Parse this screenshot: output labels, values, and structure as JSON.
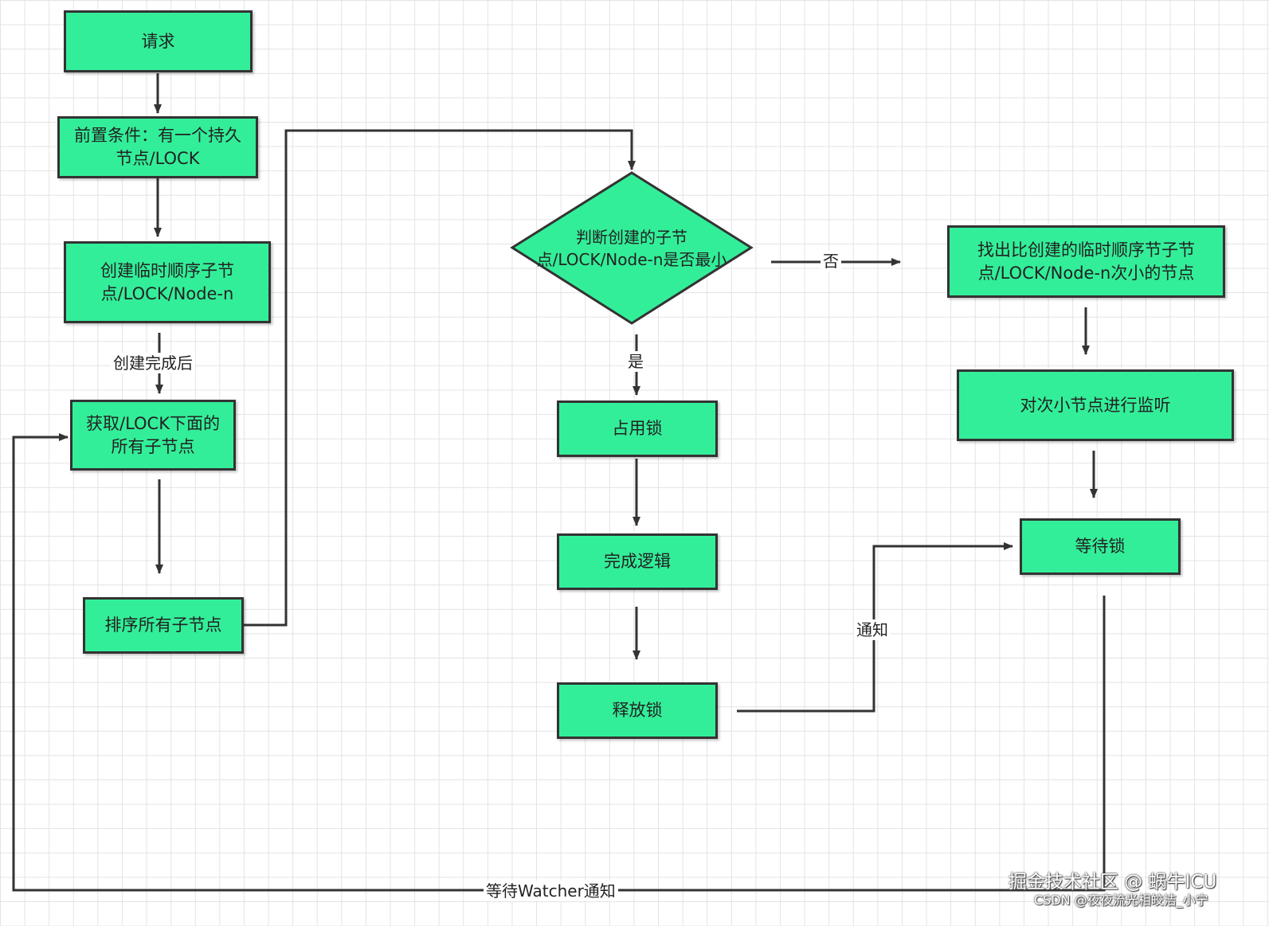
{
  "nodes": {
    "request": "请求",
    "precondition": "前置条件：有一个持久节点/LOCK",
    "create_seq_node": "创建临时顺序子节点/LOCK/Node-n",
    "get_children": "获取/LOCK下面的所有子节点",
    "sort_children": "排序所有子节点",
    "decision": "判断创建的子节点/LOCK/Node-n是否最小",
    "acquire_lock": "占用锁",
    "complete_logic": "完成逻辑",
    "release_lock": "释放锁",
    "find_next_smaller": "找出比创建的临时顺序节子节点/LOCK/Node-n次小的节点",
    "watch_next_smaller": "对次小节点进行监听",
    "wait_lock": "等待锁"
  },
  "edge_labels": {
    "after_create": "创建完成后",
    "no": "否",
    "yes": "是",
    "notify": "通知",
    "wait_watcher": "等待Watcher通知"
  },
  "watermark": {
    "line1": "掘金技术社区 @ 蜗牛ICU",
    "line2": "CSDN @夜夜流光相皎洁_小宁"
  },
  "colors": {
    "node_fill": "#33ee99",
    "node_border": "#333333",
    "edge": "#333333"
  }
}
